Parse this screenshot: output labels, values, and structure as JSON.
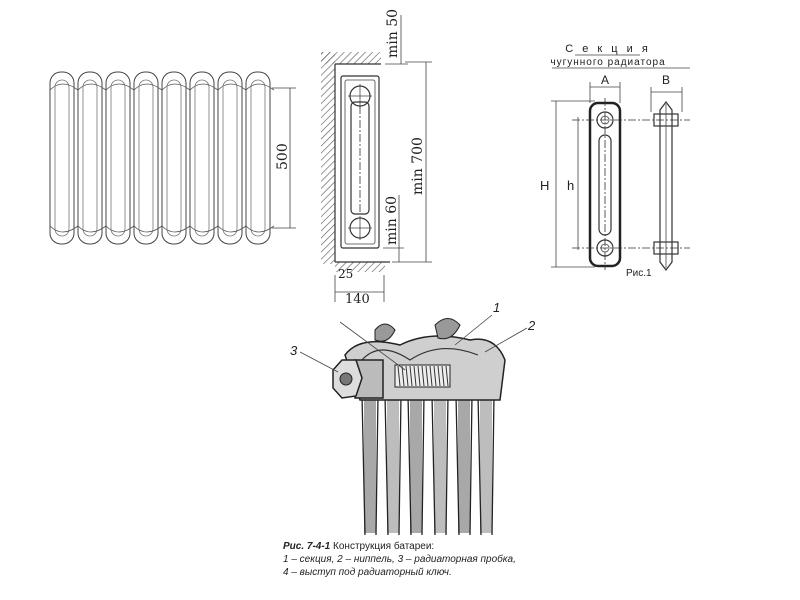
{
  "left_drawing": {
    "dim_height": "500",
    "sections": 8
  },
  "middle_drawing": {
    "dim_top": "min 50",
    "dim_total": "min 700",
    "dim_bottom": "min 60",
    "dim_wall_gap": "25",
    "dim_depth": "140"
  },
  "right_drawing": {
    "title_line1": "С е к ц и я",
    "title_line2": "чугунного радиатора",
    "label_a": "A",
    "label_b": "B",
    "label_H": "H",
    "label_h": "h",
    "figure_label": "Рис.1"
  },
  "bottom_drawing": {
    "callouts": [
      "1",
      "2",
      "3"
    ],
    "caption_title_prefix": "Рис. 7-4-1",
    "caption_title": "Конструкция батареи:",
    "caption_line1": "1 – секция, 2 – ниппель, 3 – радиаторная пробка,",
    "caption_line2": "4 – выступ под радиаторный ключ."
  }
}
